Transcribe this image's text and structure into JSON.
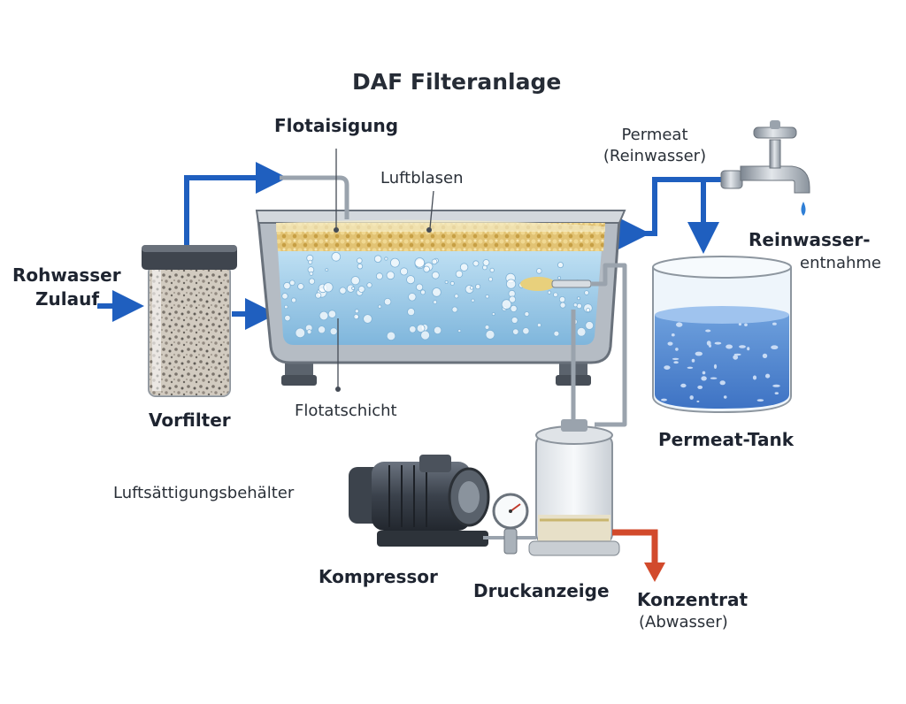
{
  "title": "DAF Filteranlage",
  "labels": {
    "flotation_sludge": "Flotaisigung",
    "air_bubbles": "Luftblasen",
    "permeate": "Permeat",
    "permeate_sub": "(Reinwasser)",
    "clean_water_out_1": "Reinwasser-",
    "clean_water_out_2": "entnahme",
    "raw_water_1": "Rohwasser",
    "raw_water_2": "Zulauf",
    "prefilter": "Vorfilter",
    "flotation_layer": "Flotatschicht",
    "permeate_tank": "Permeat-Tank",
    "saturation_vessel": "Luftsättigungsbehälter",
    "compressor": "Kompressor",
    "pressure_gauge": "Druckanzeige",
    "concentrate": "Konzentrat",
    "concentrate_sub": "(Abwasser)"
  },
  "colors": {
    "flow_arrow": "#1f5fbf",
    "waste_arrow": "#d24a2c",
    "water": "#8fc3e6",
    "foam": "#d6b45a",
    "steel": "#9aa3ad"
  }
}
